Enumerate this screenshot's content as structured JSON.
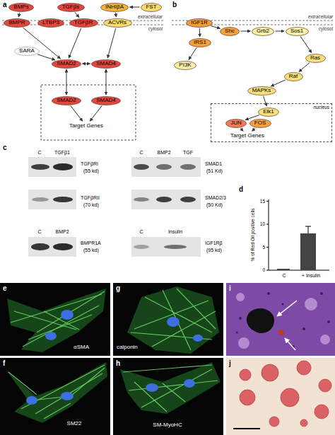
{
  "diagram": {
    "nodes": [
      {
        "text": [
          "BMPs"
        ]
      },
      {
        "text": [
          "TGFβs"
        ]
      },
      {
        "text": [
          "INHIβA"
        ]
      },
      {
        "text": [
          "FST"
        ]
      },
      {
        "text": [
          "BMPR"
        ]
      },
      {
        "text": [
          "LTBP3"
        ]
      },
      {
        "text": [
          "TGFβR"
        ]
      },
      {
        "text": [
          "ACVRs"
        ]
      },
      {
        "text": [
          "SARA"
        ]
      },
      {
        "text": [
          "SMAD2"
        ]
      },
      {
        "text": [
          "SMAD4"
        ]
      },
      {
        "text": [
          "SMAD2"
        ]
      },
      {
        "text": [
          "SMAD4"
        ]
      },
      {
        "text": [
          "Target Genes"
        ]
      },
      {
        "text": [
          "IGF1R"
        ]
      },
      {
        "text": [
          "Shc"
        ]
      },
      {
        "text": [
          "IRS1"
        ]
      },
      {
        "text": [
          "Grb2"
        ]
      },
      {
        "text": [
          "Sos1"
        ]
      },
      {
        "text": [
          "PI3K"
        ]
      },
      {
        "text": [
          "Ras"
        ]
      },
      {
        "text": [
          "Raf"
        ]
      },
      {
        "text": [
          "MAPKs"
        ]
      },
      {
        "text": [
          "nucleus"
        ]
      },
      {
        "text": [
          "Elk1"
        ],
        "in": 23
      },
      {
        "text": [
          "JUN"
        ],
        "in": 23
      },
      {
        "text": [
          "FOS"
        ],
        "in": 23
      },
      {
        "text": [
          "Target Genes"
        ],
        "in": 23
      }
    ],
    "edges": [
      {
        "from": 0,
        "to": 4,
        "arrow": "to"
      },
      {
        "from": 1,
        "to": 6,
        "arrow": "to"
      },
      {
        "from": 2,
        "to": 7,
        "arrow": "to"
      },
      {
        "from": 3,
        "to": 2,
        "arrow": "to"
      },
      {
        "from": 4,
        "to": 9,
        "arrow": "to"
      },
      {
        "from": 6,
        "to": 9,
        "arrow": "to"
      },
      {
        "from": 7,
        "to": 10,
        "arrow": "to"
      },
      {
        "from": 8,
        "to": 9,
        "arrow": "to"
      },
      {
        "from": 9,
        "to": 10,
        "arrow": "both"
      },
      {
        "from": 9,
        "to": 11,
        "arrow": "both"
      },
      {
        "from": 10,
        "to": 12,
        "arrow": "both"
      },
      {
        "from": 11,
        "to": 13,
        "arrow": "to"
      },
      {
        "from": 12,
        "to": 13,
        "arrow": "to"
      },
      {
        "from": 14,
        "to": 15,
        "arrow": "to"
      },
      {
        "from": 14,
        "to": 16,
        "arrow": "to"
      },
      {
        "from": 16,
        "to": 19,
        "arrow": "to"
      },
      {
        "from": 15,
        "to": 17,
        "arrow": "to"
      },
      {
        "from": 17,
        "to": 18,
        "arrow": "to"
      },
      {
        "from": 18,
        "to": 20,
        "arrow": "to"
      },
      {
        "from": 20,
        "to": 21,
        "arrow": "to"
      },
      {
        "from": 21,
        "to": 22,
        "arrow": "to"
      },
      {
        "from": 22,
        "to": 24,
        "arrow": "to"
      },
      {
        "from": 24,
        "to": 25,
        "arrow": "to"
      },
      {
        "from": 25,
        "to": 27,
        "arrow": "to"
      },
      {
        "from": 26,
        "to": 27,
        "arrow": "to"
      }
    ],
    "labels": [
      "a",
      "extracellular",
      "cytosol",
      "b",
      "extracellular",
      "cytosol",
      "c",
      "C",
      "TGFβ1",
      "TGFβRI",
      "(55 kd)",
      "TGFβRII",
      "(70 kd)",
      "C",
      "BMP2",
      "TGF",
      "SMAD1",
      "(51 Kd)",
      "SMAD2/3",
      "(50 Kd)",
      "C",
      "BMP2",
      "BMPR1A",
      "(55 kd)",
      "C",
      "Insulin",
      "IGF1Rβ",
      "(95 kd)",
      "d",
      "% of Red Oil positive cells",
      "0",
      "5",
      "10",
      "15",
      "C",
      "+ Insulin",
      "e",
      "αSMA",
      "f",
      "SM22",
      "g",
      "calponin",
      "h",
      "SM-MyoHC",
      "i",
      "j"
    ]
  }
}
